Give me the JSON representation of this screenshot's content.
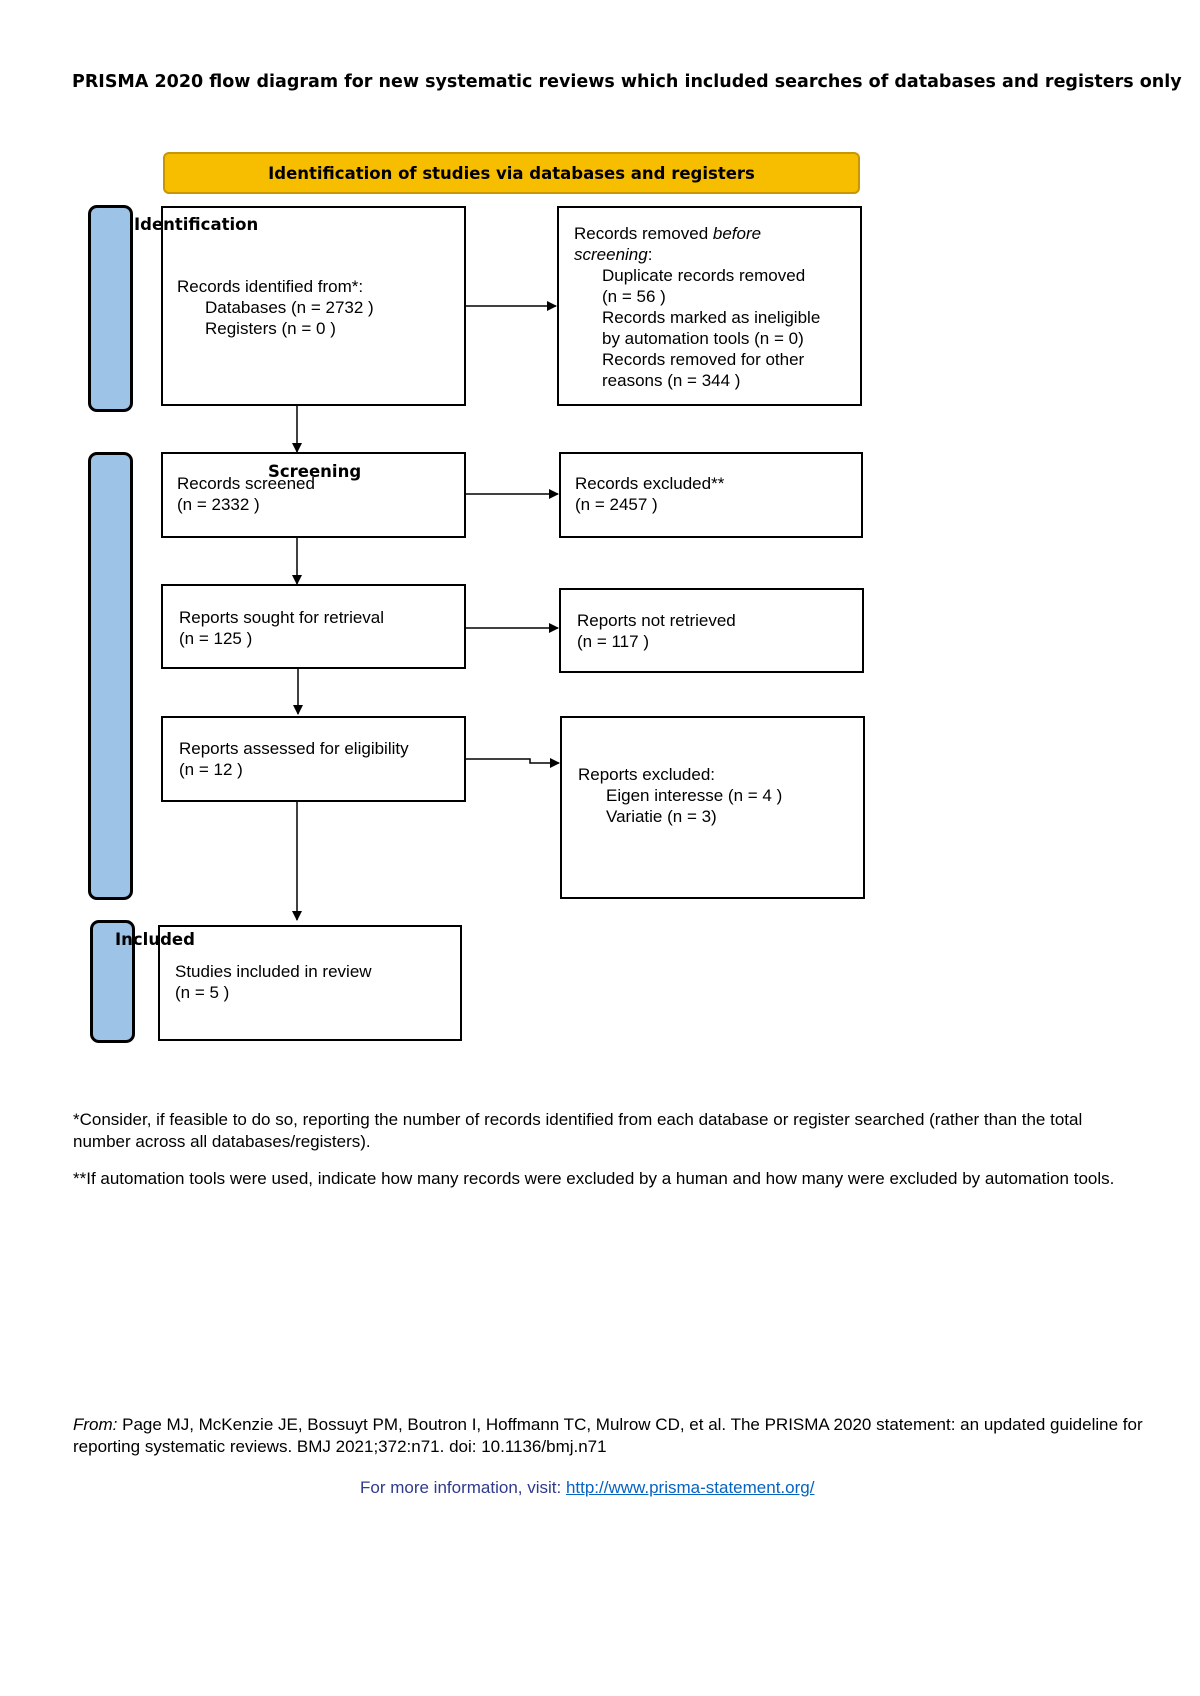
{
  "title": "PRISMA 2020 flow diagram for new systematic reviews which included searches of databases and registers only",
  "banner": "Identification of studies via databases and registers",
  "phases": {
    "identification": "Identification",
    "screening": "Screening",
    "included": "Included"
  },
  "boxes": {
    "identified": {
      "heading": "Records identified from*:",
      "databases": "Databases (n = 2732 )",
      "registers": "Registers (n = 0 )"
    },
    "removed": {
      "heading_normal": "Records removed ",
      "heading_italic": "before",
      "heading_italic2": "screening",
      "heading_colon": ":",
      "duplicate": "Duplicate records removed",
      "duplicate_n": "(n = 56 )",
      "ineligible": "Records marked as ineligible",
      "ineligible_n": "by automation tools (n = 0)",
      "other": "Records removed for other",
      "other_n": "reasons (n = 344 )"
    },
    "screened": {
      "label": "Records screened",
      "n": "(n = 2332 )"
    },
    "excluded": {
      "label": "Records excluded**",
      "n": "(n = 2457 )"
    },
    "sought": {
      "label": "Reports sought for retrieval",
      "n": "(n = 125 )"
    },
    "not_retrieved": {
      "label": "Reports not retrieved",
      "n": "(n = 117 )"
    },
    "assessed": {
      "label": "Reports assessed for eligibility",
      "n": "(n = 12 )"
    },
    "reports_excluded": {
      "heading": "Reports excluded:",
      "reason1": "Eigen interesse (n = 4 )",
      "reason2": "Variatie (n =  3)"
    },
    "included": {
      "label": "Studies included in review",
      "n": "(n = 5 )"
    }
  },
  "footnotes": {
    "note1": "*Consider, if feasible to do so, reporting the number of records identified from each database or register searched (rather than the total number across all databases/registers).",
    "note2": "**If automation tools were used, indicate how many records were excluded by a human and how many were excluded by automation tools."
  },
  "citation": {
    "from_label": "From:",
    "text": " Page MJ, McKenzie JE, Bossuyt PM, Boutron I, Hoffmann TC, Mulrow CD, et al. The PRISMA 2020 statement: an updated guideline for reporting systematic reviews. BMJ 2021;372:n71. doi: 10.1136/bmj.n71"
  },
  "more_info": {
    "label": "For more information, visit: ",
    "link": "http://www.prisma-statement.org/",
    "color": "#2e3a8c"
  },
  "colors": {
    "banner": "#f7be00",
    "phase": "#9dc3e6"
  }
}
